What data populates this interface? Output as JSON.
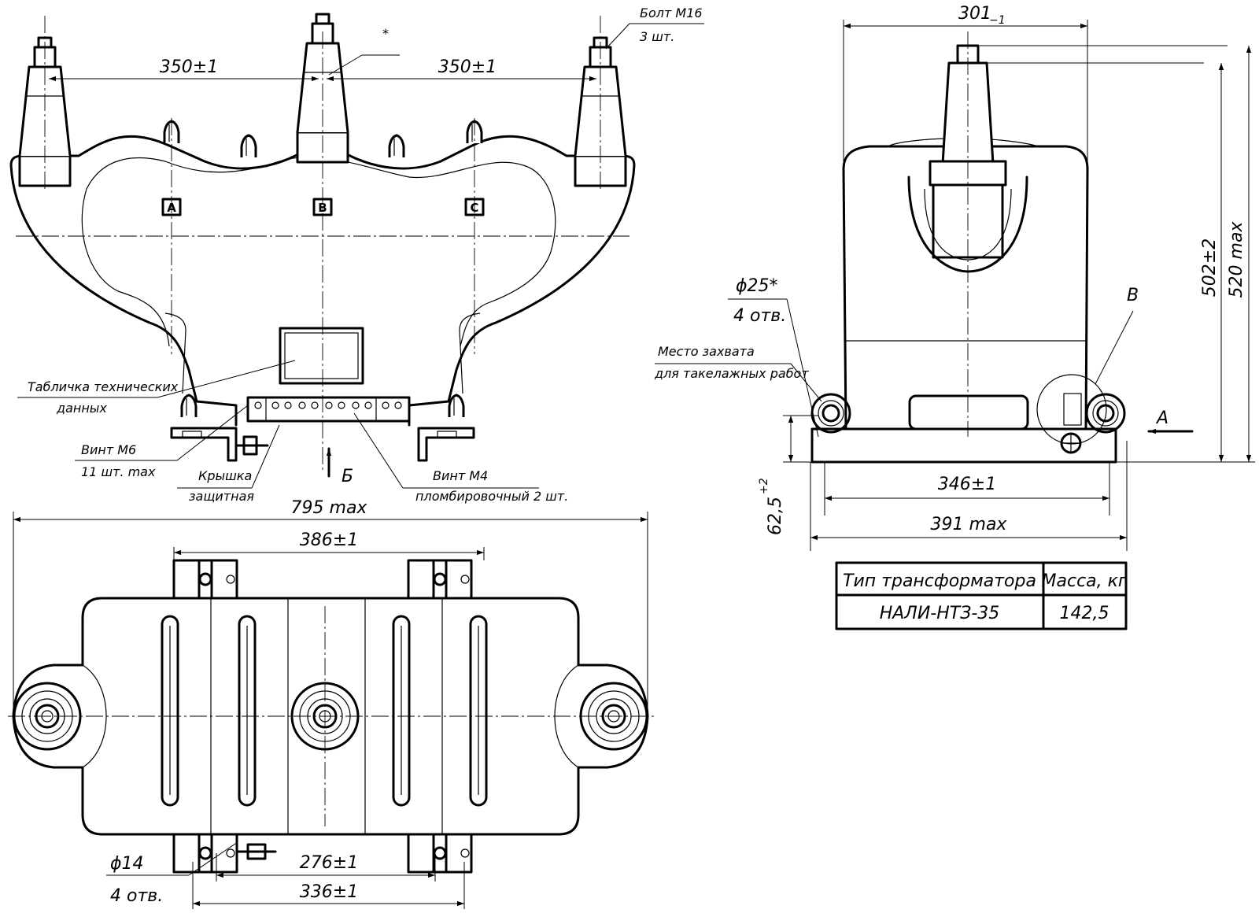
{
  "dimensions": {
    "pitch_left": "350±1",
    "pitch_right": "350±1",
    "depth": "301",
    "depth_tol": "−1",
    "height": "502±2",
    "height_max": "520 max",
    "base_width": "346±1",
    "base_max": "391 max",
    "base_height": "62,5",
    "base_height_tol": "+2",
    "overall_length": "795 max",
    "foot_span": "386±1",
    "hole_span_inner": "276±1",
    "hole_span_outer": "336±1",
    "hole_diameter": "ϕ14",
    "hole_count": "4 отв.",
    "eye_diameter": "ϕ25*",
    "eye_count": "4 отв."
  },
  "callouts": {
    "bolt": "Болт М16",
    "bolt_qty": "3 шт.",
    "star": "*",
    "nameplate_1": "Табличка технических",
    "nameplate_2": "данных",
    "screw_m6": "Винт М6",
    "screw_m6_qty": "11 шт. max",
    "cover_1": "Крышка",
    "cover_2": "защитная",
    "screw_m4": "Винт М4",
    "screw_m4_qty": "пломбировочный 2 шт.",
    "lift_1": "Место захвата",
    "lift_2": "для такелажных работ"
  },
  "view_labels": {
    "arrow_b": "Б",
    "arrow_a": "А",
    "detail_v": "В",
    "phase_a": "А",
    "phase_b": "В",
    "phase_c": "С"
  },
  "table": {
    "headers": [
      "Тип трансформатора",
      "Масса, кг"
    ],
    "rows": [
      [
        "НАЛИ-НТЗ-35",
        "142,5"
      ]
    ]
  }
}
